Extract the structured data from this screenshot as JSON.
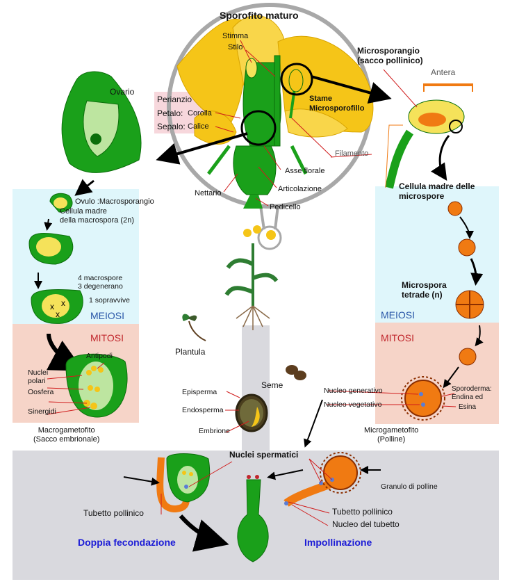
{
  "colors": {
    "green": "#1aa01a",
    "dark_green": "#0b6e0b",
    "yellow": "#f5c518",
    "orange": "#f07a12",
    "meiosi_bg": "#dff6fb",
    "mitosi_bg": "#f6d4c8",
    "bottom_bg": "#d9d9de",
    "pink_box": "#f7d7dc"
  },
  "top": {
    "title": "Sporofito maturo",
    "stimma": "Stimma",
    "stilo": "Stilo",
    "perianzio": "Perianzio",
    "petalo": "Petalo:",
    "corolla": "Corolla",
    "sepalo": "Sepalo:",
    "calice": "Calice",
    "stame": "Stame",
    "microsporofillo": "Microsporofillo",
    "filamento": "Filamento",
    "asse_florale": "Asse florale",
    "articolazione": "Articolazione",
    "nettario": "Nettario",
    "pedicello": "Pedicello",
    "ovario": "Ovario",
    "microsporangio": "Microsporangio\n(sacco pollinico)",
    "antera": "Antera"
  },
  "left": {
    "ovulo": "Ovulo :Macrosporangio",
    "cellula_madre_macro": "Cellula madre\ndella macrospora (2n)",
    "macrospore": "4 macrospore\n3 degenerano",
    "sopravvive": "1 sopravvive",
    "meiosi": "MEIOSI",
    "mitosi": "MITOSI",
    "antipodi": "Antipodi",
    "nuclei_polari": "Nuclei\npolari",
    "oosfera": "Oosfera",
    "sinergidi": "Sinergidi",
    "macrogametofito": "Macrogametofito\n(Sacco embrionale)"
  },
  "right": {
    "cellula_madre_micro": "Cellula madre delle\nmicrospore",
    "microspora_tetrade": "Microspora\ntetrade (n)",
    "meiosi": "MEIOSI",
    "mitosi": "MITOSI",
    "nucleo_generativo": "Nucleo generativo",
    "nucleo_vegetativo": "Nucleo vegetativo",
    "sporoderma": "Sporoderma:\nEndina ed",
    "esina": "Esina",
    "microgametofito": "Microgametofito\n(Polline)"
  },
  "center": {
    "plantula": "Plantula",
    "seme": "Seme",
    "episperma": "Episperma",
    "endosperma": "Endosperma",
    "embrione": "Embrione"
  },
  "bottom": {
    "nuclei_spermatici": "Nuclei spermatici",
    "granulo_polline": "Granulo di polline",
    "tubetto_pollinico_left": "Tubetto pollinico",
    "tubetto_pollinico_right": "Tubetto pollinico",
    "nucleo_tubetto": "Nucleo del tubetto",
    "doppia_fecondazione": "Doppia fecondazione",
    "impollinazione": "Impollinazione"
  }
}
